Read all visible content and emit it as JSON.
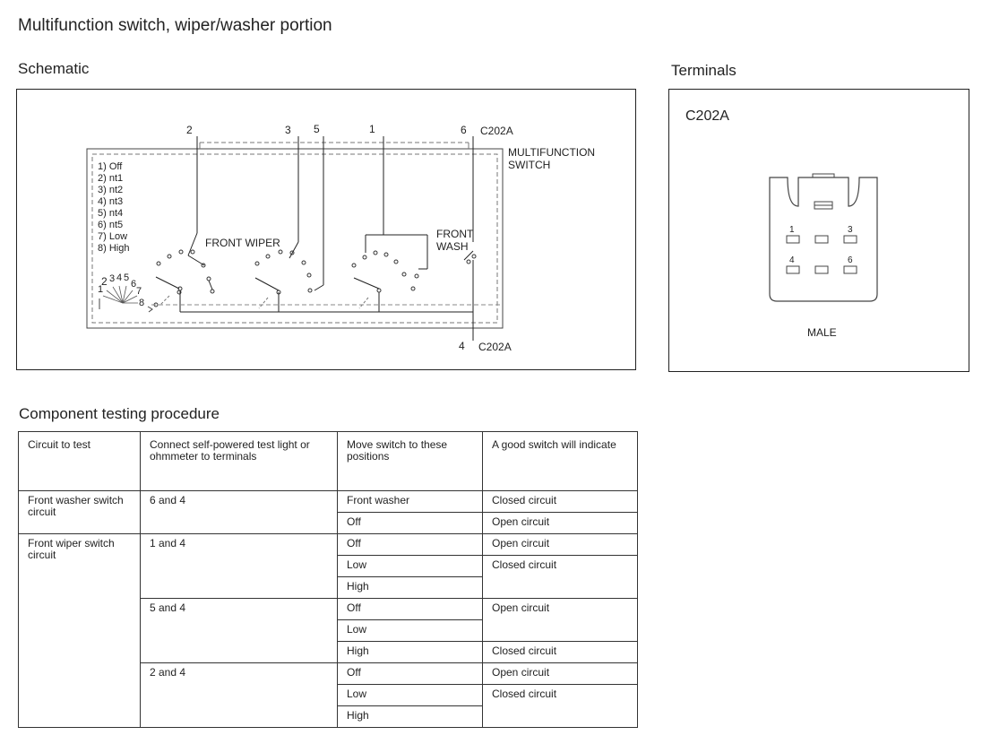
{
  "page": {
    "title": "Multifunction switch, wiper/washer portion"
  },
  "schematic": {
    "heading": "Schematic",
    "switch_label": [
      "MULTIFUNCTION",
      "SWITCH"
    ],
    "connector_top": "C202A",
    "connector_bottom": "C202A",
    "pins_top": [
      "2",
      "3",
      "5",
      "1",
      "6"
    ],
    "pin_bottom": "4",
    "positions": [
      "1) Off",
      "2) nt1",
      "3) nt2",
      "4) nt3",
      "5) nt4",
      "6) nt5",
      "7) Low",
      "8) High"
    ],
    "front_wiper_label": "FRONT WIPER",
    "front_wash_label": [
      "FRONT",
      "WASH"
    ],
    "dial_numbers": [
      "1",
      "2",
      "3",
      "4",
      "5",
      "6",
      "7",
      "8"
    ]
  },
  "terminals": {
    "heading": "Terminals",
    "connector": "C202A",
    "pin_labels": [
      "1",
      "3",
      "4",
      "6"
    ],
    "gender": "MALE"
  },
  "procedure": {
    "heading": "Component testing procedure",
    "headers": [
      "Circuit to test",
      "Connect self-powered test light or ohmmeter to terminals",
      "Move switch to these positions",
      "A good switch will indicate"
    ],
    "washer": {
      "circuit": "Front washer switch circuit",
      "terminals": "6 and 4",
      "rows": [
        {
          "position": "Front washer",
          "result": "Closed circuit"
        },
        {
          "position": "Off",
          "result": "Open circuit"
        }
      ]
    },
    "wiper": {
      "circuit": "Front wiper switch circuit",
      "groups": [
        {
          "terminals": "1 and 4",
          "positions": [
            "Off",
            "Low",
            "High"
          ],
          "results": [
            "Open circuit",
            "Closed circuit"
          ]
        },
        {
          "terminals": "5 and 4",
          "positions": [
            "Off",
            "Low",
            "High"
          ],
          "results": [
            "Open circuit",
            "Closed circuit"
          ]
        },
        {
          "terminals": "2 and 4",
          "positions": [
            "Off",
            "Low",
            "High"
          ],
          "results": [
            "Open circuit",
            "Closed circuit"
          ]
        }
      ]
    }
  }
}
